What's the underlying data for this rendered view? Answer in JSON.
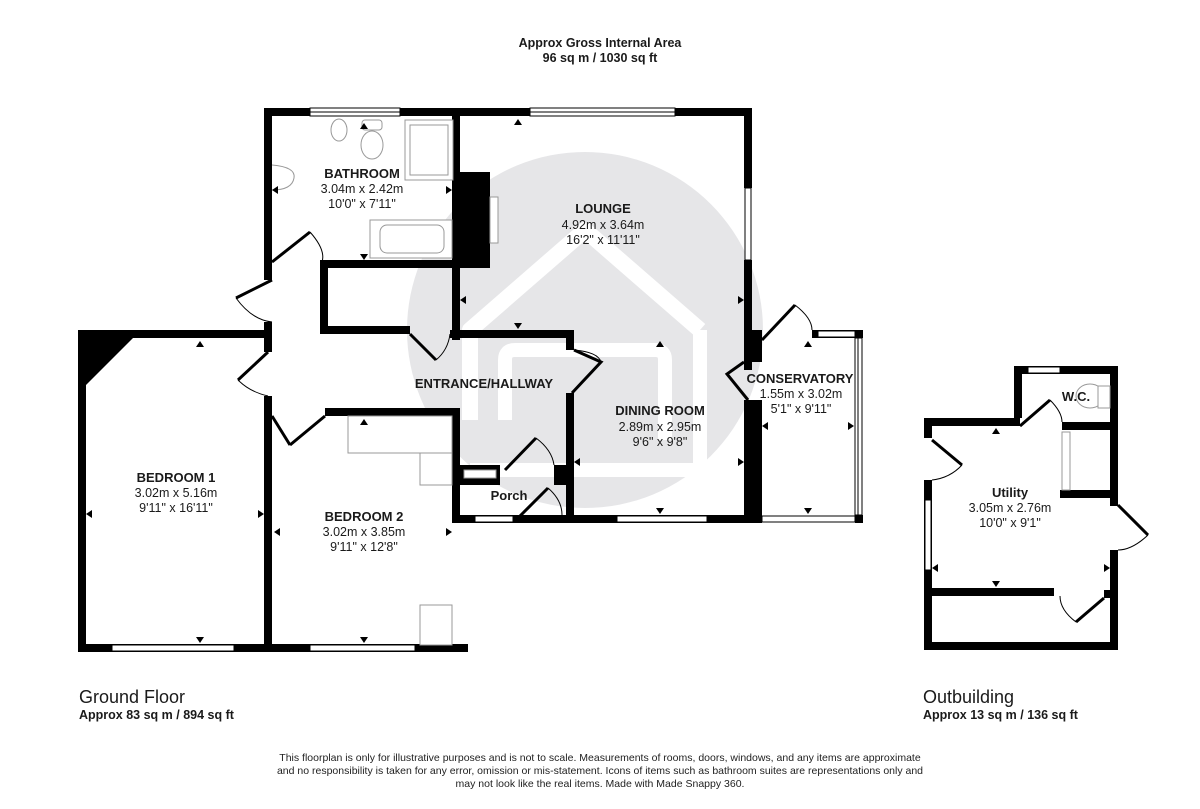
{
  "header": {
    "title": "Approx Gross Internal Area",
    "area": "96 sq m / 1030 sq ft"
  },
  "floors": [
    {
      "label": "Ground Floor",
      "area": "Approx 83 sq m / 894 sq ft"
    },
    {
      "label": "Outbuilding",
      "area": "Approx 13 sq m / 136 sq ft"
    }
  ],
  "rooms": {
    "bathroom": {
      "name": "BATHROOM",
      "metric": "3.04m x 2.42m",
      "imperial": "10'0\" x 7'11\""
    },
    "lounge": {
      "name": "LOUNGE",
      "metric": "4.92m x 3.64m",
      "imperial": "16'2\" x 11'11\""
    },
    "hallway": {
      "name": "ENTRANCE/HALLWAY"
    },
    "dining": {
      "name": "DINING ROOM",
      "metric": "2.89m x 2.95m",
      "imperial": "9'6\" x 9'8\""
    },
    "conservatory": {
      "name": "CONSERVATORY",
      "metric": "1.55m x 3.02m",
      "imperial": "5'1\" x 9'11\""
    },
    "bedroom1": {
      "name": "BEDROOM 1",
      "metric": "3.02m x 5.16m",
      "imperial": "9'11\" x 16'11\""
    },
    "bedroom2": {
      "name": "BEDROOM 2",
      "metric": "3.02m x 3.85m",
      "imperial": "9'11\" x 12'8\""
    },
    "porch": {
      "name": "Porch"
    },
    "utility": {
      "name": "Utility",
      "metric": "3.05m x 2.76m",
      "imperial": "10'0\" x 9'1\""
    },
    "wc": {
      "name": "W.C."
    }
  },
  "disclaimer": {
    "line1": "This floorplan is only for illustrative purposes and is not to scale. Measurements of rooms, doors, windows, and any items are approximate",
    "line2": "and no responsibility is taken for any error, omission or mis-statement. Icons of items such as bathroom suites are representations only and",
    "line3": "may not look like the real items. Made with Made Snappy 360."
  },
  "colors": {
    "wall": "#000000",
    "watermark": "#e6e6e8",
    "text": "#1a1a1a"
  }
}
